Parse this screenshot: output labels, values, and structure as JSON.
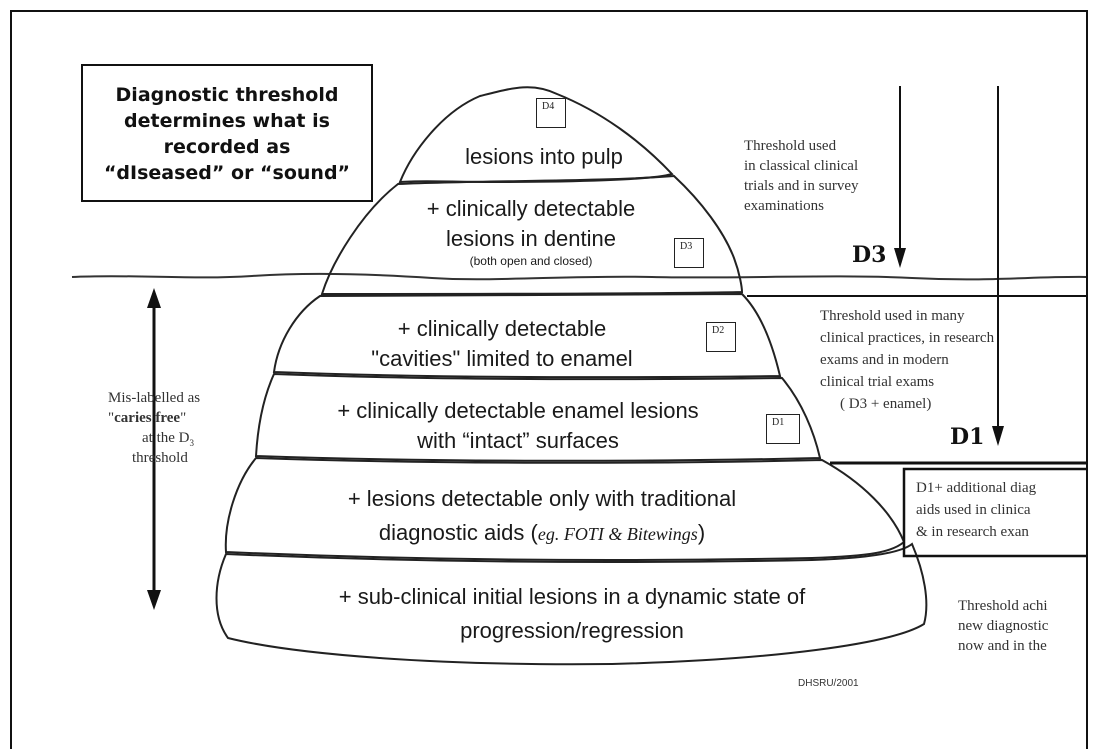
{
  "title_box": {
    "line1": "Diagnostic threshold",
    "line2": "determines what is",
    "line3": "recorded as",
    "line4": "“dIseased” or “sound”"
  },
  "layers": {
    "pulp": {
      "line1": "lesions into pulp",
      "box": "D4"
    },
    "dentine": {
      "line1": "+ clinically detectable",
      "line2": "lesions in dentine",
      "line3": "(both open and closed)",
      "box": "D3"
    },
    "cavities": {
      "line1": "+ clinically detectable",
      "line2": "\"cavities\" limited to enamel",
      "box": "D2"
    },
    "enamel": {
      "line1": "+ clinically detectable enamel lesions",
      "line2": "with “intact” surfaces",
      "box": "D1"
    },
    "aids": {
      "line1": "+ lesions detectable only with traditional",
      "line2_a": "diagnostic aids (",
      "line2_b": "eg. FOTI & Bitewings",
      "line2_c": ")"
    },
    "subclinical": {
      "line1": "+  sub-clinical initial lesions in a dynamic state of",
      "line2": "progression/regression"
    }
  },
  "left_note": {
    "line1": "Mis-labelled as",
    "line2_a": "\"",
    "line2_b": "caries free",
    "line2_c": "\"",
    "line3": "at the D",
    "line3_sub": "3",
    "line4": "threshold"
  },
  "right_notes": {
    "d3_note": [
      "Threshold used",
      "in classical clinical",
      "trials and in survey",
      "examinations"
    ],
    "d3_label": "D3",
    "d1_note": [
      "Threshold used in many",
      "clinical practices, in research",
      "exams and in modern",
      "clinical trial exams",
      "( D3 + enamel)"
    ],
    "d1_label": "D1",
    "aids_note": [
      "D1+ additional diag",
      "aids used in clinica",
      "&  in research exan"
    ],
    "new_note": [
      "Threshold achi",
      "new  diagnostic",
      "now and in the"
    ]
  },
  "credit": "DHSRU/2001",
  "colors": {
    "ink": "#1a1a1a",
    "background": "#ffffff"
  }
}
